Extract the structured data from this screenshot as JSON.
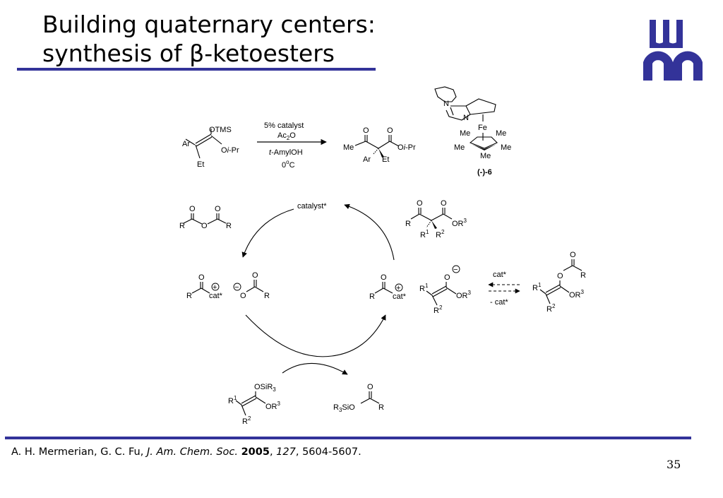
{
  "title": {
    "line1": "Building quaternary centers:",
    "line2_prefix": "synthesis of ",
    "line2_symbol": "β",
    "line2_suffix": "-ketoesters"
  },
  "reaction": {
    "reagent_catalyst": "5% catalyst",
    "reagent_anhydride": "Ac",
    "reagent_anhydride_sub": "2",
    "reagent_anhydride_end": "O",
    "solvent_prefix": "t",
    "solvent_suffix": "-AmylOH",
    "temperature": "0",
    "temperature_sup": "o",
    "temperature_unit": "C",
    "catalyst_label": "(-)-6"
  },
  "labels": {
    "otms": "OTMS",
    "ar": "Ar",
    "oipr_o": "O",
    "oipr_i": "i",
    "oipr_pr": "-Pr",
    "et": "Et",
    "me": "Me",
    "o": "O",
    "n": "N",
    "fe": "Fe",
    "r": "R",
    "catstar": "cat*",
    "catalyst_star": "catalyst*",
    "minus_catstar": "- cat*",
    "or3": "OR",
    "sup3": "3",
    "r1": "R",
    "sup1": "1",
    "sup2": "2",
    "osir3": "OSiR",
    "r3sio": "R",
    "r3sio_sub": "3",
    "r3sio_end": "SiO",
    "plus": "+",
    "minus": "−"
  },
  "citation": {
    "authors": "A. H. Mermerian, G. C. Fu, ",
    "journal": "J. Am. Chem. Soc.",
    "year": "2005",
    "sep": ", ",
    "volume": "127",
    "pages": ", 5604-5607."
  },
  "page_number": "35",
  "colors": {
    "accent": "#333399"
  }
}
